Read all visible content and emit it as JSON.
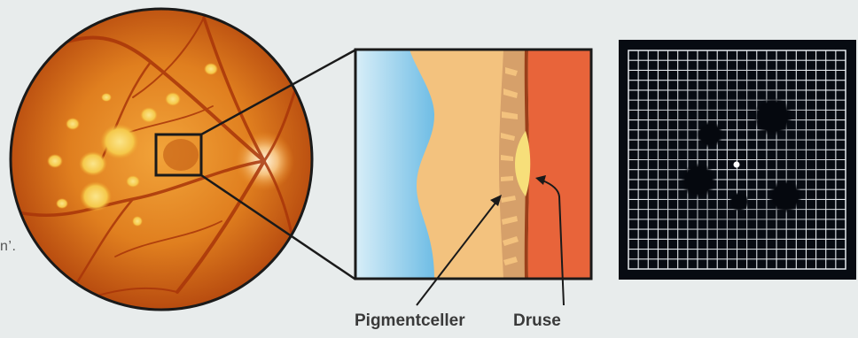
{
  "stray_text": "n’.",
  "labels": {
    "pigment_cells": "Pigmentceller",
    "drusen": "Druse"
  },
  "colors": {
    "background": "#e8ecec",
    "fundus_orange": "#e9891c",
    "fundus_dark": "#b5460c",
    "vitreous_blue": "#7fc6ea",
    "retina_peach": "#f3c27e",
    "choroid_red": "#e8643a",
    "druse_yellow": "#f7df7a",
    "grid_black": "#070b12"
  },
  "icons": {
    "fundus": "retina-fundus-photo",
    "cross_section": "retina-cross-section",
    "grid": "amsler-grid"
  }
}
